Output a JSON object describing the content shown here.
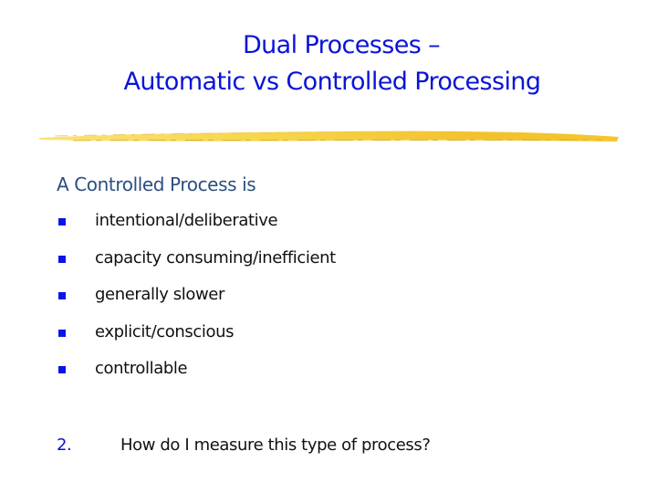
{
  "slide": {
    "title_line1": "Dual Processes –",
    "title_line2": "Automatic vs Controlled Processing",
    "divider": "yellow-brushstroke",
    "subheading": "A Controlled Process is",
    "bullets": [
      {
        "icon": "square-bullet-icon",
        "text": "intentional/deliberative"
      },
      {
        "icon": "square-bullet-icon",
        "text": "capacity consuming/inefficient"
      },
      {
        "icon": "square-bullet-icon",
        "text": "generally slower"
      },
      {
        "icon": "square-bullet-icon",
        "text": "explicit/conscious"
      },
      {
        "icon": "square-bullet-icon",
        "text": "controllable"
      }
    ],
    "numbered_item": {
      "number": "2.",
      "text": "How do I measure this type of process?"
    }
  },
  "colors": {
    "title": "#0a14d8",
    "subheading": "#2a4f7f",
    "bullet": "#0a14e6",
    "body_text": "#111111",
    "stroke": "#f2c22e"
  }
}
